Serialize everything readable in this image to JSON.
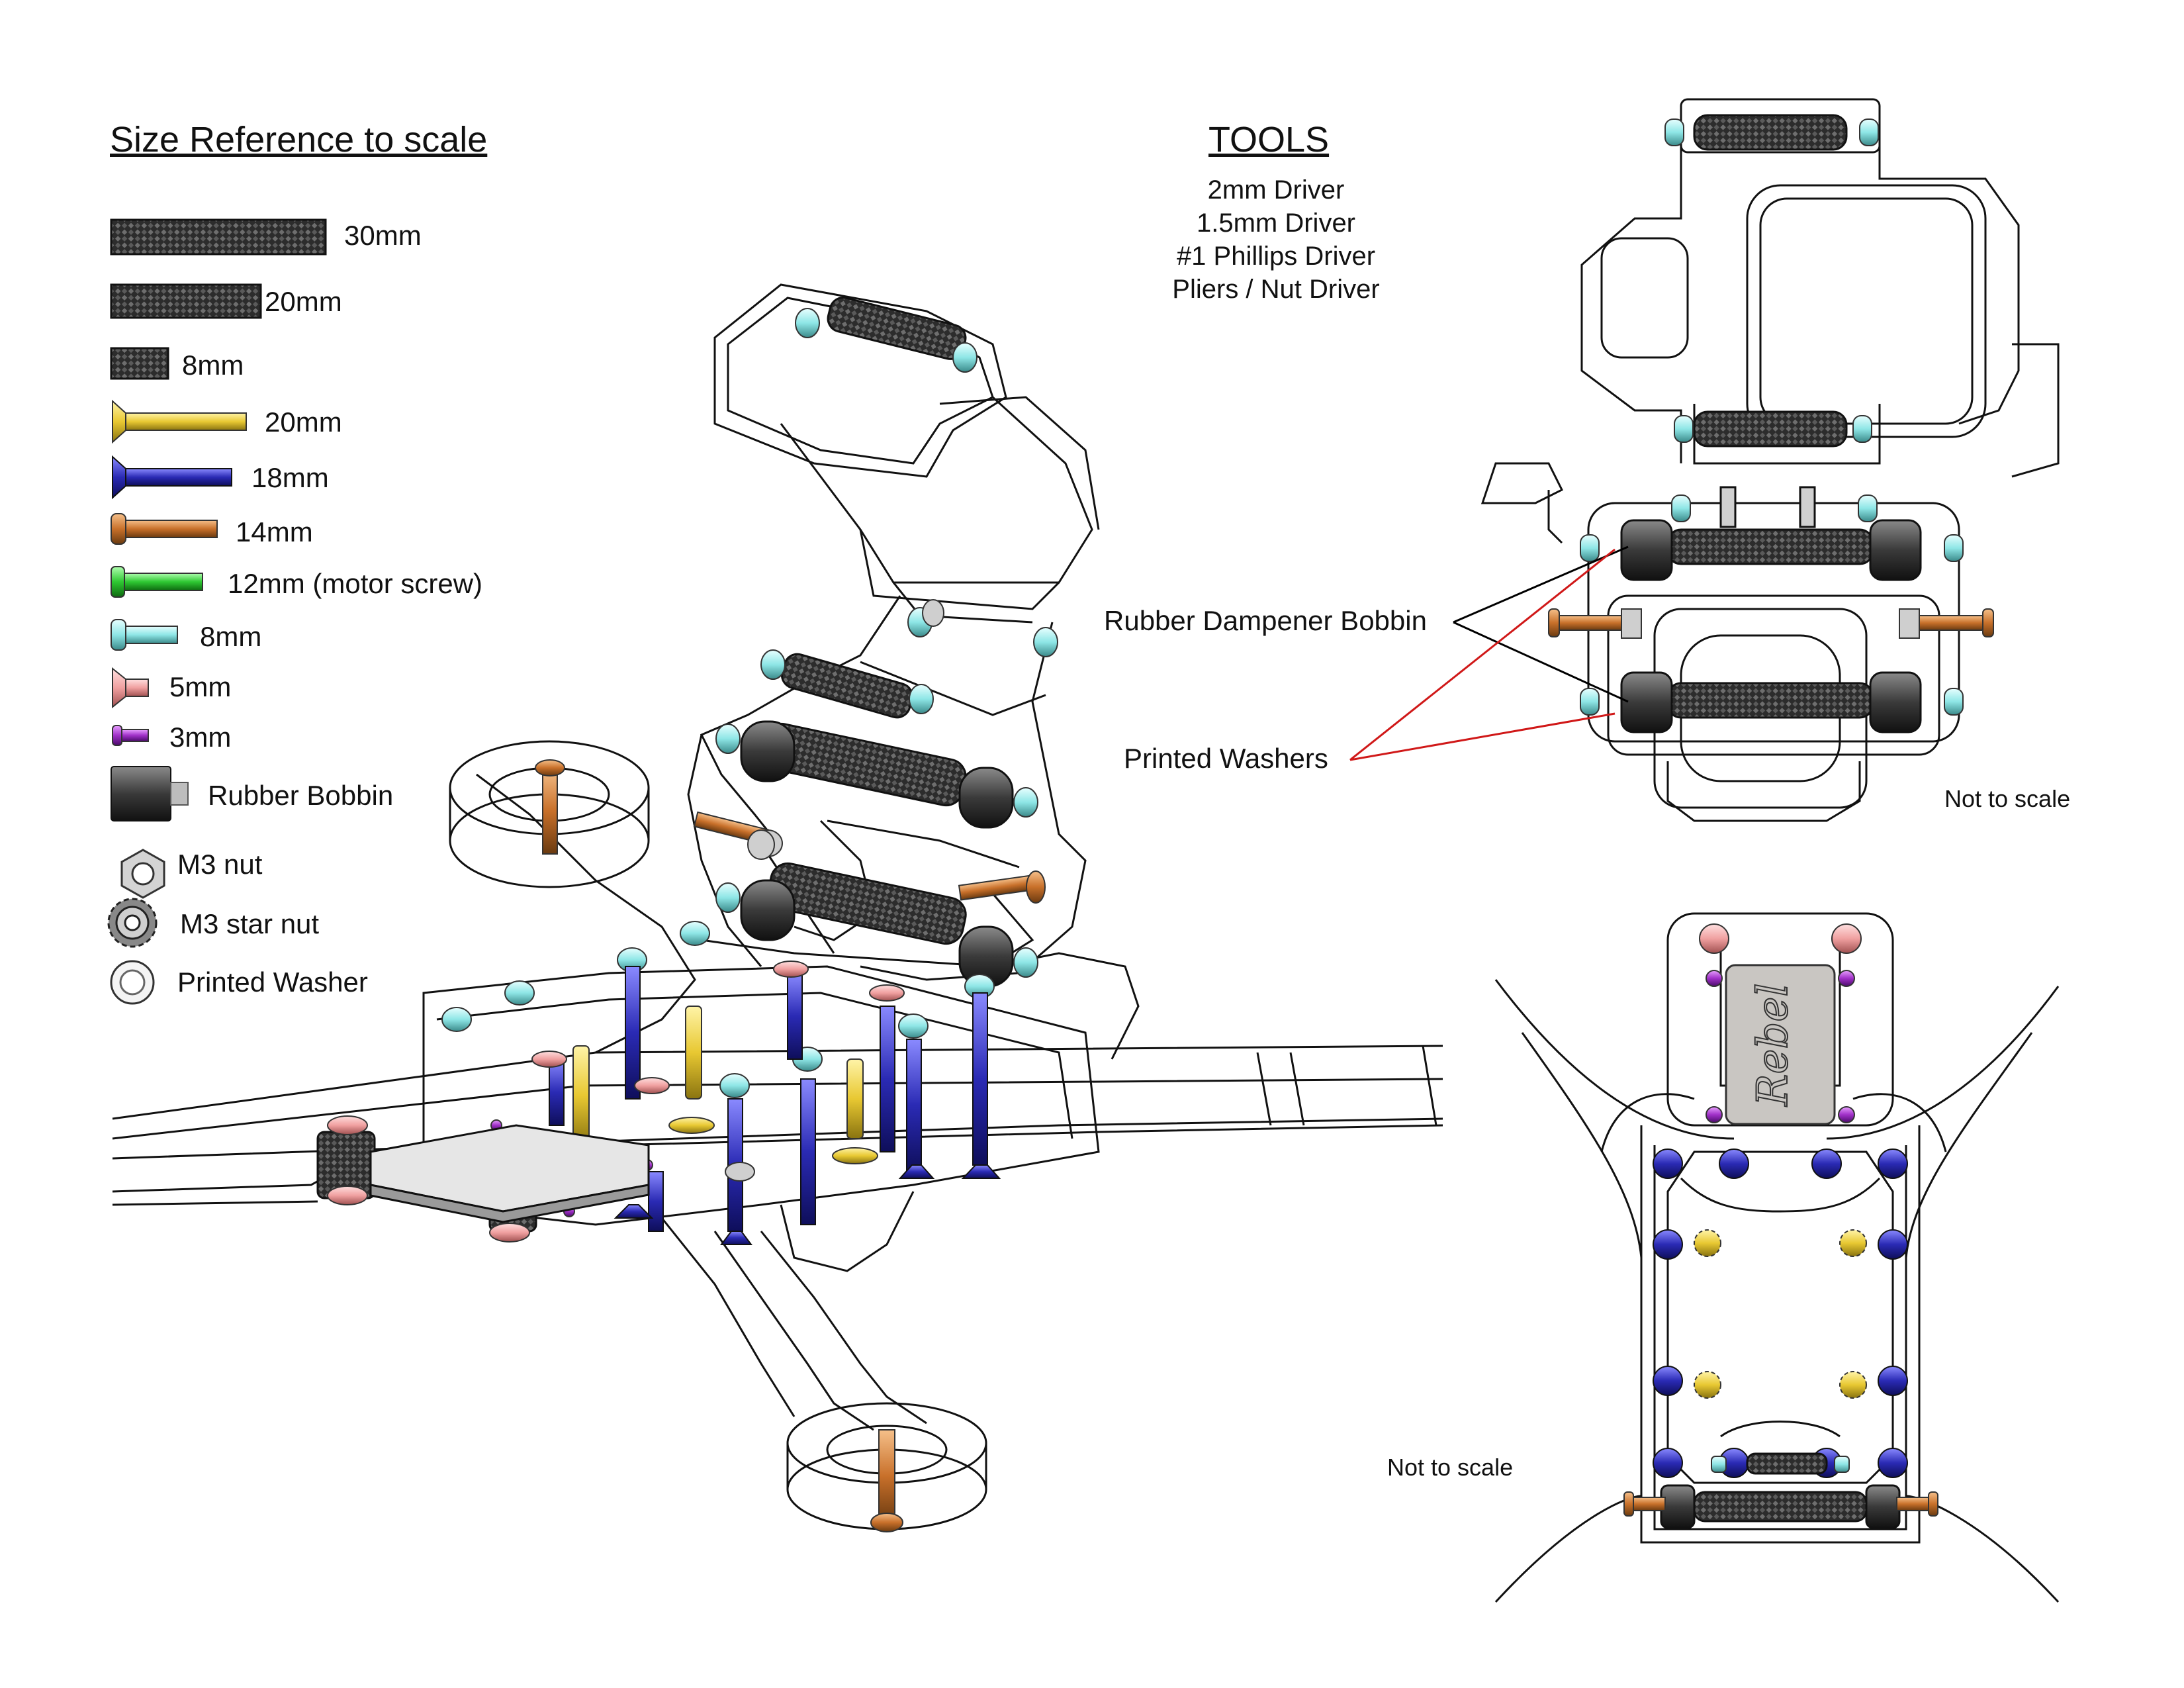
{
  "legend": {
    "title": "Size Reference to scale",
    "items": [
      {
        "label": "30mm",
        "icon": "standoff-30mm-icon",
        "color": "#333333"
      },
      {
        "label": "20mm",
        "icon": "standoff-20mm-icon",
        "color": "#333333"
      },
      {
        "label": "8mm",
        "icon": "standoff-8mm-icon",
        "color": "#333333"
      },
      {
        "label": "20mm",
        "icon": "countersunk-screw-20mm-icon",
        "color": "#e8c832"
      },
      {
        "label": "18mm",
        "icon": "countersunk-screw-18mm-icon",
        "color": "#2a2ab4"
      },
      {
        "label": "14mm",
        "icon": "button-screw-14mm-icon",
        "color": "#c8702a"
      },
      {
        "label": "12mm (motor screw)",
        "icon": "motor-screw-12mm-icon",
        "color": "#2ec832"
      },
      {
        "label": "8mm",
        "icon": "button-screw-8mm-icon",
        "color": "#8ee6e6"
      },
      {
        "label": "5mm",
        "icon": "countersunk-screw-5mm-icon",
        "color": "#f0a0a0"
      },
      {
        "label": "3mm",
        "icon": "screw-3mm-icon",
        "color": "#a030c8"
      },
      {
        "label": "Rubber Bobbin",
        "icon": "rubber-bobbin-icon",
        "color": "#3a3a3a"
      },
      {
        "label": "M3 nut",
        "icon": "m3-nut-icon",
        "color": "#bbbbbb"
      },
      {
        "label": "M3 star nut",
        "icon": "m3-star-nut-icon",
        "color": "#555555"
      },
      {
        "label": "Printed Washer",
        "icon": "printed-washer-icon",
        "color": "#dddddd"
      }
    ]
  },
  "tools": {
    "title": "TOOLS",
    "items": [
      "2mm Driver",
      "1.5mm Driver",
      "#1 Phillips Driver",
      "Pliers / Nut Driver"
    ]
  },
  "callouts": {
    "bobbin": "Rubber Dampener Bobbin",
    "washers": "Printed Washers",
    "line_colors": {
      "bobbin": "#000000",
      "washers": "#d01818"
    }
  },
  "notes": {
    "top_right": "Not to scale",
    "bottom_right": "Not to scale"
  },
  "logo_text": "Rebel"
}
